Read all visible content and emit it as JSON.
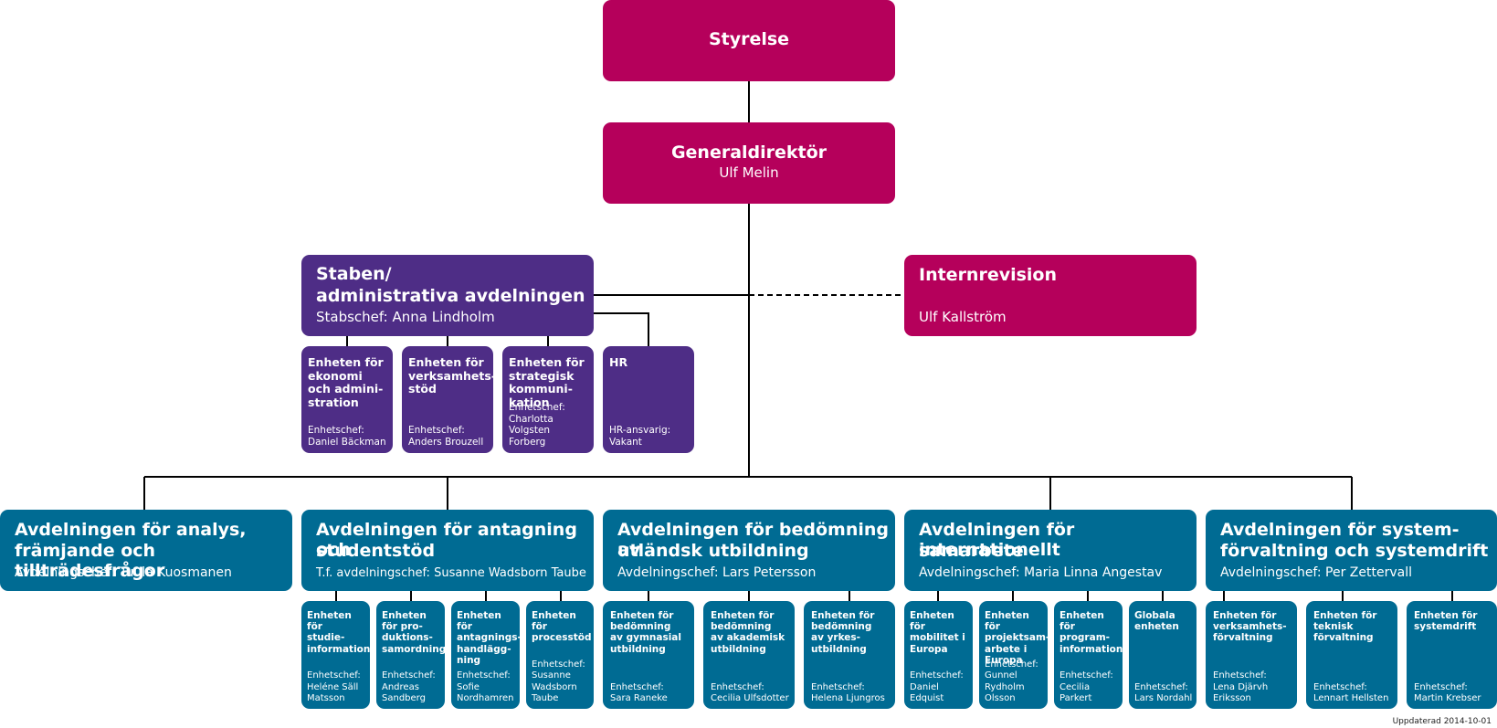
{
  "board": {
    "title": "Styrelse"
  },
  "director": {
    "title": "Generaldirektör",
    "name": "Ulf Melin"
  },
  "staff": {
    "title1": "Staben/",
    "title2": "administrativa avdelningen",
    "head": "Stabschef: Anna Lindholm"
  },
  "audit": {
    "title": "Internrevision",
    "name": "Ulf Kallström"
  },
  "staff_units": [
    {
      "title": "Enheten för\nekonomi\noch admini-\nstration",
      "head": "Enhetschef:\nDaniel Bäckman"
    },
    {
      "title": "Enheten för\nverksamhets-\nstöd",
      "head": "Enhetschef:\nAnders Brouzell"
    },
    {
      "title": "Enheten för\nstrategisk\nkommuni-\nkation",
      "head": "Enhetschef:\nCharlotta\nVolgsten Forberg"
    },
    {
      "title": "HR",
      "head": "HR-ansvarig:\nVakant"
    }
  ],
  "departments": [
    {
      "title1": "Avdelningen för analys,",
      "title2": "främjande och tillträdesfrågor",
      "head": "Avdelningschef: Tuula Kuosmanen"
    },
    {
      "title1": "Avdelningen för antagning och",
      "title2": "studentstöd",
      "head": "T.f. avdelningschef: Susanne Wadsborn Taube"
    },
    {
      "title1": "Avdelningen för bedömning av",
      "title2": "utländsk utbildning",
      "head": "Avdelningschef: Lars Petersson"
    },
    {
      "title1": "Avdelningen för internationellt",
      "title2": "samarbete",
      "head": "Avdelningschef: Maria Linna Angestav"
    },
    {
      "title1": "Avdelningen för system-",
      "title2": "förvaltning och systemdrift",
      "head": "Avdelningschef: Per Zettervall"
    }
  ],
  "units": [
    {
      "title": "Enheten för\nstudie-\ninformation",
      "head": "Enhetschef:\nHeléne Säll\nMatsson"
    },
    {
      "title": "Enheten\nför pro-\nduktions-\nsamordning",
      "head": "Enhetschef:\nAndreas\nSandberg"
    },
    {
      "title": "Enheten för\nantagnings-\nhandlägg-\nning",
      "head": "Enhetschef:\nSofie\nNordhamren"
    },
    {
      "title": "Enheten för\nprocesstöd",
      "head": "Enhetschef:\nSusanne\nWadsborn\nTaube"
    },
    {
      "title": "Enheten för\nbedömning\nav gymnasial\nutbildning",
      "head": "Enhetschef:\nSara Raneke"
    },
    {
      "title": "Enheten för\nbedömning\nav akademisk\nutbildning",
      "head": "Enhetschef:\nCecilia Ulfsdotter"
    },
    {
      "title": "Enheten för\nbedömning\nav yrkes-\nutbildning",
      "head": "Enhetschef:\nHelena Ljungros"
    },
    {
      "title": "Enheten för\nmobilitet i\nEuropa",
      "head": "Enhetschef:\nDaniel\nEdquist"
    },
    {
      "title": "Enheten för\nprojektsam-\narbete i\nEuropa",
      "head": "Enhetschef:\nGunnel\nRydholm\nOlsson"
    },
    {
      "title": "Enheten för\nprogram-\ninformation",
      "head": "Enhetschef:\nCecilia\nParkert"
    },
    {
      "title": "Globala\nenheten",
      "head": "Enhetschef:\nLars Nordahl"
    },
    {
      "title": "Enheten för\nverksamhets-\nförvaltning",
      "head": "Enhetschef:\nLena Djärvh\nEriksson"
    },
    {
      "title": "Enheten för\nteknisk\nförvaltning",
      "head": "Enhetschef:\nLennart Hellsten"
    },
    {
      "title": "Enheten för\nsystemdrift",
      "head": "Enhetschef:\nMartin Krebser"
    }
  ],
  "footnote": "Uppdaterad 2014-10-01",
  "colors": {
    "magenta": "#b5005b",
    "purple": "#4e2d86",
    "blue": "#006b93",
    "line": "#000000"
  }
}
